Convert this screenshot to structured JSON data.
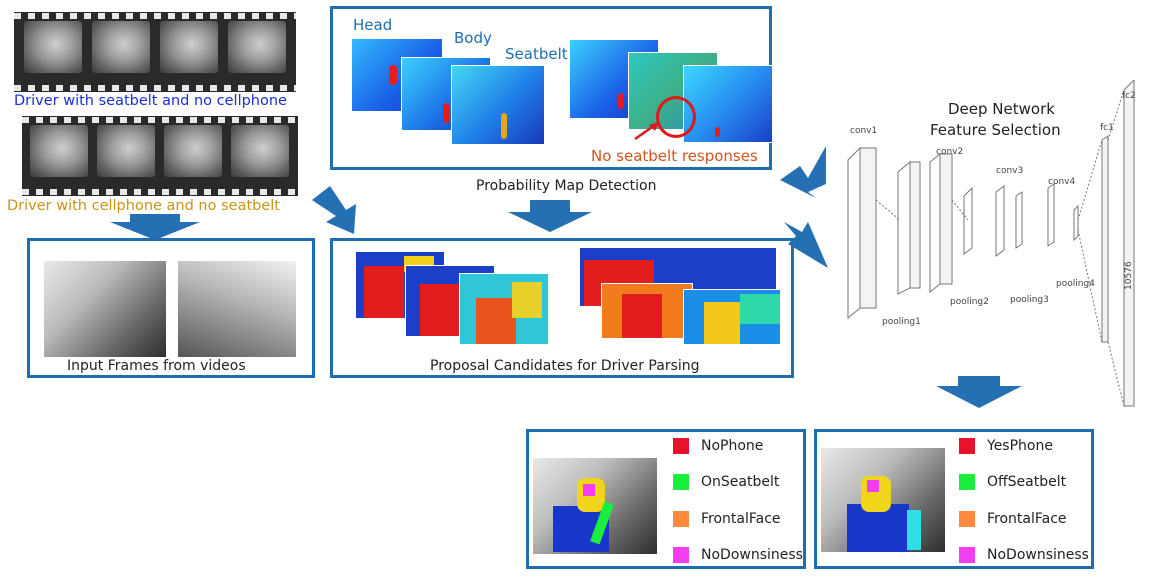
{
  "captions": {
    "driver_seatbelt": "Driver with seatbelt and no cellphone",
    "driver_cellphone": "Driver with cellphone and no seatbelt",
    "input_frames": "Input Frames from videos",
    "probability_map": "Probability Map Detection",
    "proposal": "Proposal Candidates for Driver Parsing",
    "deep_network_line1": "Deep Network",
    "deep_network_line2": "Feature Selection",
    "no_seatbelt": "No seatbelt responses"
  },
  "heatmap_labels": {
    "head": "Head",
    "body": "Body",
    "seatbelt": "Seatbelt"
  },
  "network": {
    "layers": [
      "conv1",
      "conv2",
      "conv3",
      "conv4",
      "fc1",
      "fc2"
    ],
    "pools": [
      "pooling1",
      "pooling2",
      "pooling3",
      "pooling4"
    ],
    "fc_size": "10576"
  },
  "result_left": {
    "items": [
      {
        "label": "NoPhone",
        "color": "#e8132a"
      },
      {
        "label": "OnSeatbelt",
        "color": "#19ee3c"
      },
      {
        "label": "FrontalFace",
        "color": "#ff8a3d"
      },
      {
        "label": "NoDownsiness",
        "color": "#f23ef0"
      }
    ]
  },
  "result_right": {
    "items": [
      {
        "label": "YesPhone",
        "color": "#e8132a"
      },
      {
        "label": "OffSeatbelt",
        "color": "#19ee3c"
      },
      {
        "label": "FrontalFace",
        "color": "#ff8a3d"
      },
      {
        "label": "NoDownsiness",
        "color": "#f23ef0"
      }
    ]
  },
  "colors": {
    "panel_border": "#1f6fb0",
    "arrow": "#2570b2",
    "seatbelt_caption": "#1a2fd1",
    "cellphone_caption": "#c9941a",
    "no_seatbelt_text": "#d2541f"
  }
}
